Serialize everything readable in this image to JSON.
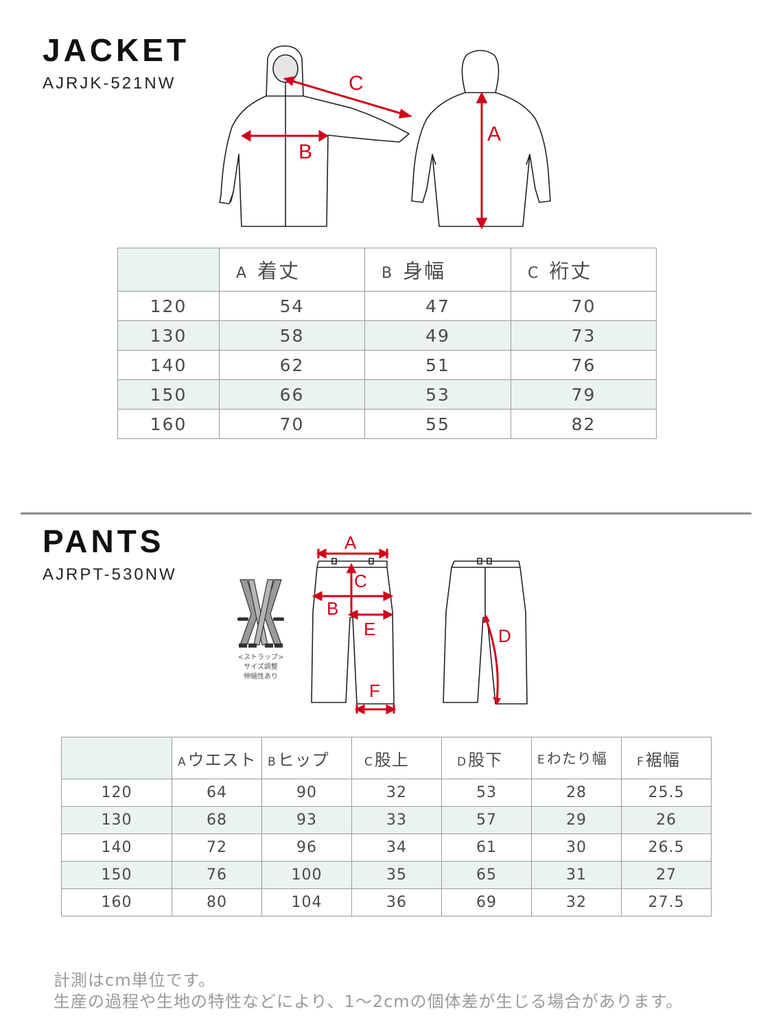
{
  "jacket": {
    "title": "JACKET",
    "code": "AJRJK-521NW",
    "labels": {
      "a": "A",
      "b": "B",
      "c": "C"
    },
    "headers": [
      {
        "letter": "A",
        "name": "着丈"
      },
      {
        "letter": "B",
        "name": "身幅"
      },
      {
        "letter": "C",
        "name": "裄丈"
      }
    ],
    "rows": [
      {
        "size": "120",
        "values": [
          "54",
          "47",
          "70"
        ]
      },
      {
        "size": "130",
        "values": [
          "58",
          "49",
          "73"
        ]
      },
      {
        "size": "140",
        "values": [
          "62",
          "51",
          "76"
        ]
      },
      {
        "size": "150",
        "values": [
          "66",
          "53",
          "79"
        ]
      },
      {
        "size": "160",
        "values": [
          "70",
          "55",
          "82"
        ]
      }
    ]
  },
  "pants": {
    "title": "PANTS",
    "code": "AJRPT-530NW",
    "labels": {
      "a": "A",
      "b": "B",
      "c": "C",
      "d": "D",
      "e": "E",
      "f": "F"
    },
    "strap_note": [
      "<ストラップ>",
      "サイズ調整",
      "伸縮性あり"
    ],
    "headers": [
      {
        "letter": "A",
        "name": "ウエスト"
      },
      {
        "letter": "B",
        "name": "ヒップ"
      },
      {
        "letter": "C",
        "name": "股上"
      },
      {
        "letter": "D",
        "name": "股下"
      },
      {
        "letter": "E",
        "name": "わたり幅"
      },
      {
        "letter": "F",
        "name": "裾幅"
      }
    ],
    "rows": [
      {
        "size": "120",
        "values": [
          "64",
          "90",
          "32",
          "53",
          "28",
          "25.5"
        ]
      },
      {
        "size": "130",
        "values": [
          "68",
          "93",
          "33",
          "57",
          "29",
          "26"
        ]
      },
      {
        "size": "140",
        "values": [
          "72",
          "96",
          "34",
          "61",
          "30",
          "26.5"
        ]
      },
      {
        "size": "150",
        "values": [
          "76",
          "100",
          "35",
          "65",
          "31",
          "27"
        ]
      },
      {
        "size": "160",
        "values": [
          "80",
          "104",
          "36",
          "69",
          "32",
          "27.5"
        ]
      }
    ]
  },
  "notes": [
    "計測はcm単位です。",
    "生産の過程や生地の特性などにより、1～2cmの個体差が生じる場合があります。"
  ],
  "colors": {
    "accent": "#d0021b",
    "row_shade": "#eaf3ee",
    "border": "#9a9a9a",
    "note": "#9a9a9a"
  }
}
